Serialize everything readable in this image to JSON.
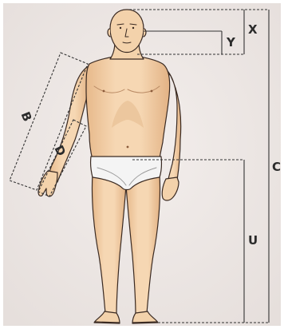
{
  "figure": {
    "subject": "front-standing-male-figure",
    "colors": {
      "paper": "#efe9e6",
      "skin": "#f3d2ab",
      "skin_shade": "#d9ab7c",
      "outline": "#3a2a22",
      "briefs": "#f4f4f4",
      "dim_line": "#333333"
    }
  },
  "dimensions": [
    {
      "id": "x",
      "label": "X"
    },
    {
      "id": "y",
      "label": "Y"
    },
    {
      "id": "c",
      "label": "C"
    },
    {
      "id": "u",
      "label": "U"
    },
    {
      "id": "b",
      "label": "B"
    },
    {
      "id": "d",
      "label": "D"
    }
  ]
}
